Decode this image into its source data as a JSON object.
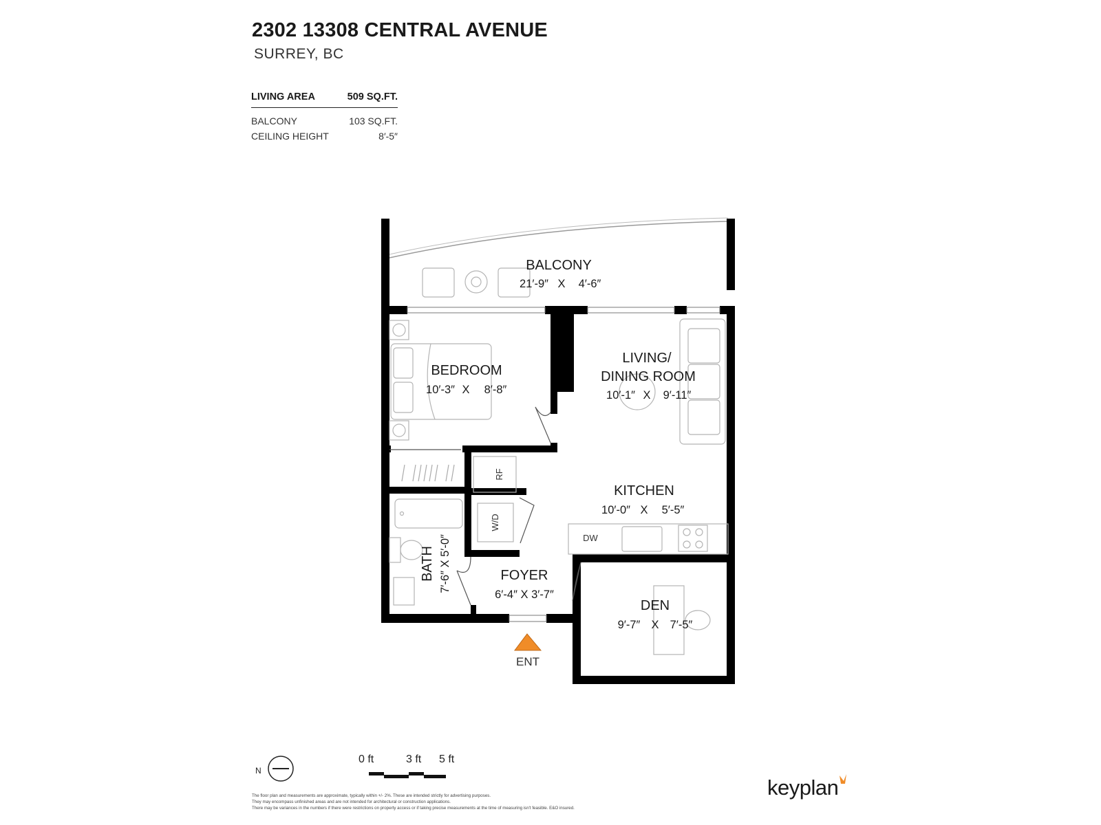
{
  "header": {
    "title": "2302 13308 CENTRAL AVENUE",
    "subtitle": "SURREY, BC"
  },
  "stats": {
    "living_area": {
      "label": "LIVING AREA",
      "value": "509 SQ.FT."
    },
    "balcony": {
      "label": "BALCONY",
      "value": "103 SQ.FT."
    },
    "ceiling": {
      "label": "CEILING HEIGHT",
      "value": "8′-5″"
    }
  },
  "rooms": {
    "balcony": {
      "name": "BALCONY",
      "w": "21′-9″",
      "h": "4′-6″",
      "x": "X"
    },
    "bedroom": {
      "name": "BEDROOM",
      "w": "10′-3″",
      "h": "8′-8″",
      "x": "X"
    },
    "living": {
      "name1": "LIVING/",
      "name2": "DINING ROOM",
      "w": "10′-1″",
      "h": "9′-11″",
      "x": "X"
    },
    "kitchen": {
      "name": "KITCHEN",
      "w": "10′-0″",
      "h": "5′-5″",
      "x": "X"
    },
    "bath": {
      "name": "BATH",
      "dims": "7′-6″ X 5′-0″"
    },
    "foyer": {
      "name": "FOYER",
      "dims": "6′-4″ X 3′-7″"
    },
    "den": {
      "name": "DEN",
      "w": "9′-7″",
      "h": "7′-5″",
      "x": "X"
    }
  },
  "fixtures": {
    "rf": "RF",
    "wd": "W/D",
    "dw": "DW"
  },
  "entrance": {
    "label": "ENT",
    "color": "#f08c28"
  },
  "legend": {
    "north": "N",
    "scale": [
      "0 ft",
      "3 ft",
      "5 ft"
    ]
  },
  "disclaimer": [
    "The floor plan and measurements are approximate, typically within +/- 2%. These are intended strictly for advertising purposes.",
    "They may encompass unfinished areas and are not intended for architectural or construction applications.",
    "There may be variances in the numbers if there were restrictions on property access or if taking precise measurements at the time of measuring isn't feasible. E&O insured."
  ],
  "brand": {
    "name": "keyplan",
    "accent": "#f08c28"
  }
}
